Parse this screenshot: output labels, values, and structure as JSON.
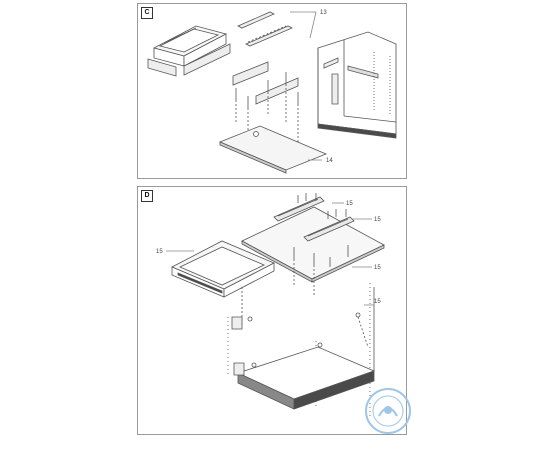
{
  "panels": [
    {
      "id": "C",
      "label": "C",
      "callouts": [
        {
          "key": "callout-13",
          "text": "13"
        },
        {
          "key": "callout-14",
          "text": "14"
        }
      ]
    },
    {
      "id": "D",
      "label": "D",
      "callouts": [
        {
          "key": "callout-15a",
          "text": "15"
        },
        {
          "key": "callout-15b",
          "text": "15"
        },
        {
          "key": "callout-15c",
          "text": "15"
        },
        {
          "key": "callout-15d",
          "text": "15"
        },
        {
          "key": "callout-15e",
          "text": "15"
        }
      ]
    }
  ],
  "colors": {
    "line": "#555555",
    "light_fill": "#f2f2f2",
    "dark_fill": "#4a4a4a",
    "stamp": "#9ec6e8"
  }
}
